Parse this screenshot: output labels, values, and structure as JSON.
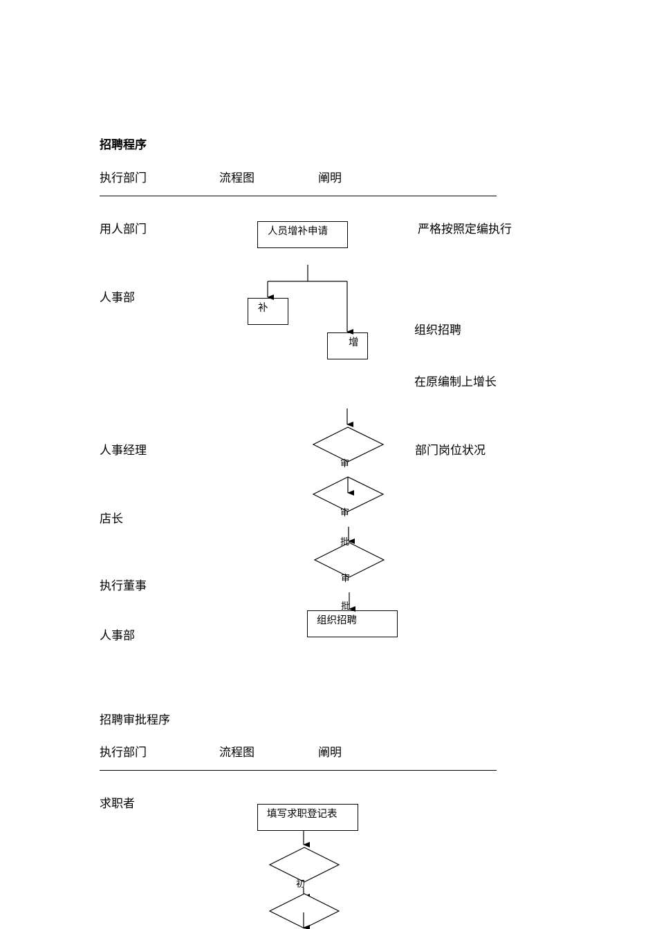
{
  "section1": {
    "title": "招聘程序",
    "headers": {
      "dept": "执行部门",
      "flow": "流程图",
      "note": "阐明"
    },
    "rows": {
      "r1": "用人部门",
      "r2": "人事部",
      "r3": "人事经理",
      "r4": "店长",
      "r5": "执行董事",
      "r6": "人事部"
    },
    "notes": {
      "n1": "严格按照定编执行",
      "n2": "组织招聘",
      "n3": "在原编制上增长",
      "n4": "部门岗位状况"
    },
    "flow": {
      "apply": "人员增补申请",
      "supplement": "补",
      "increase": "增",
      "d1_label": "审",
      "d2_label": "审",
      "d2_label2": "批",
      "d3_label": "审",
      "d3_label2": "批",
      "recruit": "组织招聘"
    }
  },
  "section2": {
    "title": "招聘审批程序",
    "headers": {
      "dept": "执行部门",
      "flow": "流程图",
      "note": "阐明"
    },
    "rows": {
      "r1": "求职者"
    },
    "flow": {
      "register": "填写求职登记表",
      "d1_label": "初"
    }
  }
}
